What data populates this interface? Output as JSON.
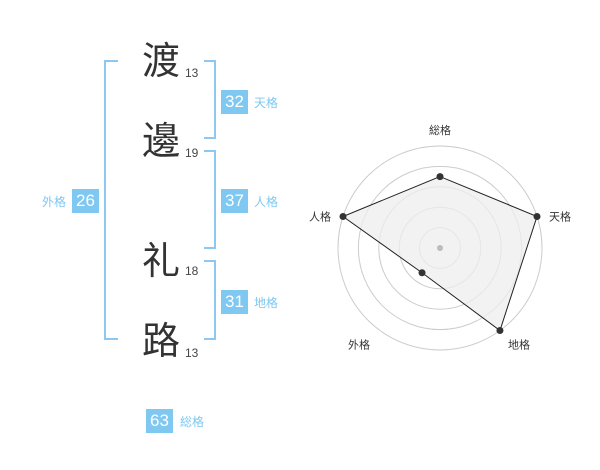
{
  "name_chars": [
    {
      "char": "渡",
      "strokes": "13"
    },
    {
      "char": "邊",
      "strokes": "19"
    },
    {
      "char": "礼",
      "strokes": "18"
    },
    {
      "char": "路",
      "strokes": "13"
    }
  ],
  "kaku": {
    "tenkaku": {
      "value": "32",
      "label": "天格"
    },
    "jinkaku": {
      "value": "37",
      "label": "人格"
    },
    "chikaku": {
      "value": "31",
      "label": "地格"
    },
    "gaikaku": {
      "value": "26",
      "label": "外格"
    },
    "soukaku": {
      "value": "63",
      "label": "総格"
    }
  },
  "colors": {
    "accent": "#7ec8f2",
    "bracket": "#8cc8f0",
    "radar_fill": "#eeeeee",
    "grid": "#cccccc"
  },
  "chart_data": {
    "type": "radar",
    "axes": [
      "総格",
      "天格",
      "地格",
      "外格",
      "人格"
    ],
    "values": [
      0.7,
      1.0,
      1.0,
      0.3,
      1.0
    ],
    "max": 1.0,
    "rings": 5
  }
}
